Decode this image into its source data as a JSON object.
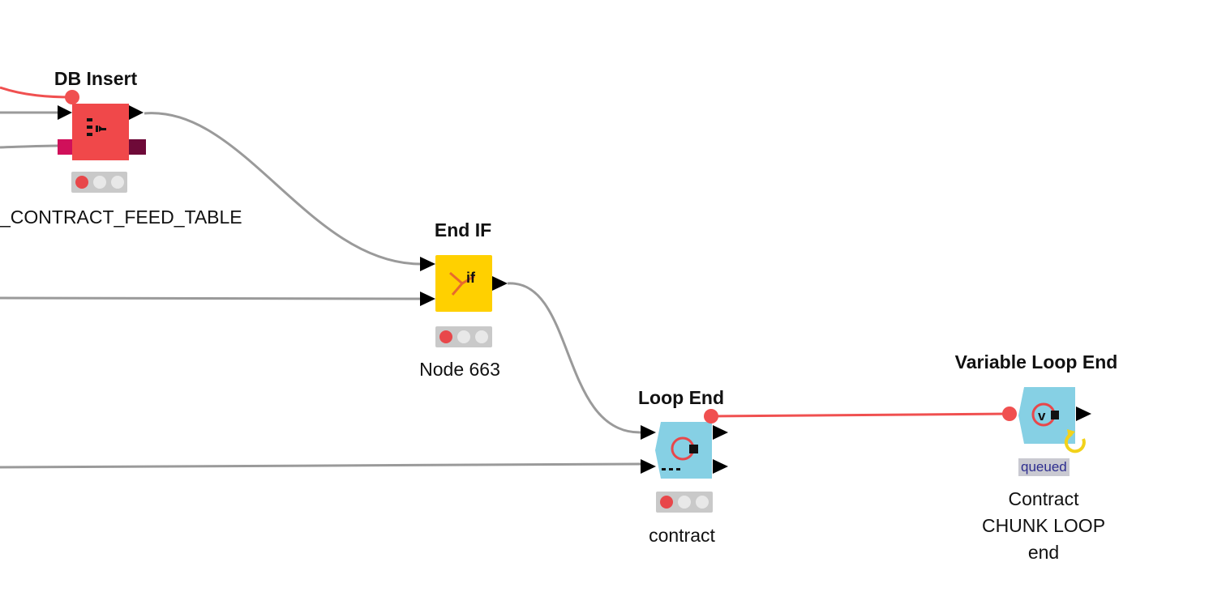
{
  "nodes": {
    "db_insert": {
      "title": "DB Insert",
      "label": "_CONTRACT_FEED_TABLE",
      "color": "#f0484a"
    },
    "end_if": {
      "title": "End IF",
      "label": "Node 663",
      "color": "#ffd000"
    },
    "loop_end": {
      "title": "Loop End",
      "label": "contract",
      "color": "#86d0e4"
    },
    "variable_loop_end": {
      "title": "Variable Loop End",
      "label_lines": [
        "Contract",
        "CHUNK LOOP",
        "end"
      ],
      "status": "queued",
      "color": "#86d0e4"
    }
  },
  "colors": {
    "data_connection": "#9a9a9a",
    "flow_variable_connection": "#f05050",
    "status_red": "#e8474a",
    "status_off": "#e8e8e8",
    "status_bg": "#c9c9c9"
  },
  "icons": {
    "end_if_glyph": "if",
    "variable_loop_glyph": "v"
  }
}
